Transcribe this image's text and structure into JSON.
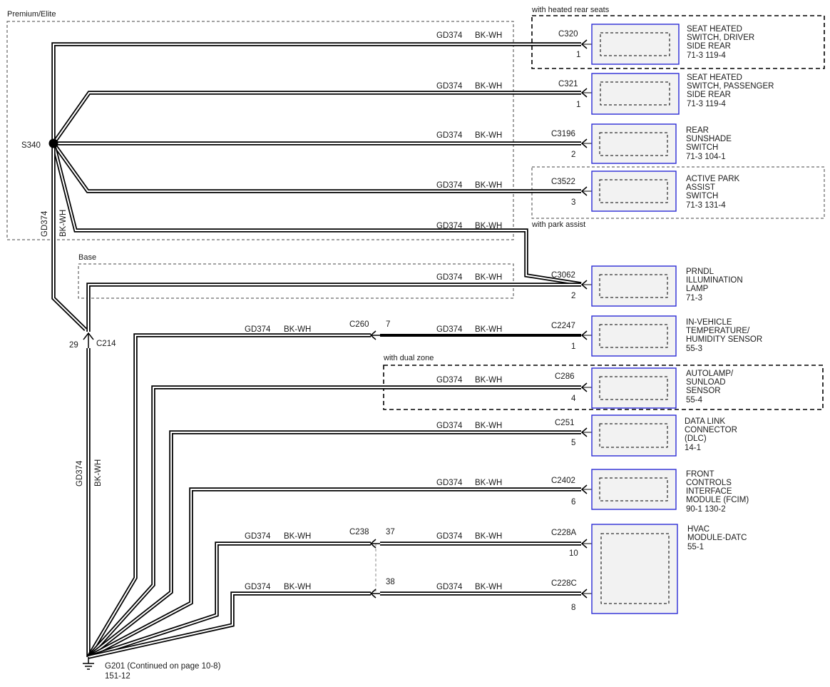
{
  "groups": {
    "premium_elite": "Premium/Elite",
    "heated_rear": "with heated rear seats",
    "park_assist": "with park assist",
    "base": "Base",
    "dual_zone": "with dual zone"
  },
  "splice": {
    "name": "S340",
    "circuit_v": "GD374",
    "color_v": "BK-WH"
  },
  "c214": {
    "name": "C214",
    "pin": "29",
    "circuit_v": "GD374",
    "color_v": "BK-WH"
  },
  "ground": {
    "name": "G201",
    "note": "(Continued on page 10-8)",
    "ref": "151-12"
  },
  "wires": [
    {
      "circuit": "GD374",
      "color": "BK-WH",
      "connector": "C320",
      "pin": "1",
      "lines": [
        "SEAT HEATED",
        "SWITCH, DRIVER",
        "SIDE REAR"
      ],
      "refs": [
        "71-3",
        "119-4"
      ]
    },
    {
      "circuit": "GD374",
      "color": "BK-WH",
      "connector": "C321",
      "pin": "1",
      "lines": [
        "SEAT HEATED",
        "SWITCH, PASSENGER",
        "SIDE REAR"
      ],
      "refs": [
        "71-3",
        "119-4"
      ]
    },
    {
      "circuit": "GD374",
      "color": "BK-WH",
      "connector": "C3196",
      "pin": "2",
      "lines": [
        "REAR",
        "SUNSHADE",
        "SWITCH"
      ],
      "refs": [
        "71-3",
        "104-1"
      ]
    },
    {
      "circuit": "GD374",
      "color": "BK-WH",
      "connector": "C3522",
      "pin": "3",
      "lines": [
        "ACTIVE PARK",
        "ASSIST",
        "SWITCH"
      ],
      "refs": [
        "71-3",
        "131-4"
      ]
    },
    {
      "circuit": "GD374",
      "color": "BK-WH"
    },
    {
      "circuit": "GD374",
      "color": "BK-WH",
      "connector": "C3062",
      "pin": "2",
      "lines": [
        "PRNDL",
        "ILLUMINATION",
        "LAMP"
      ],
      "refs": [
        "71-3"
      ]
    },
    {
      "circuit": "GD374",
      "color": "BK-WH",
      "connector": "C2247",
      "pin": "1",
      "lines": [
        "IN-VEHICLE",
        "TEMPERATURE/",
        "HUMIDITY SENSOR"
      ],
      "refs": [
        "55-3"
      ],
      "inline": {
        "name": "C260",
        "pin": "7",
        "circuit": "GD374",
        "color": "BK-WH"
      }
    },
    {
      "circuit": "GD374",
      "color": "BK-WH",
      "connector": "C286",
      "pin": "4",
      "lines": [
        "AUTOLAMP/",
        "SUNLOAD",
        "SENSOR"
      ],
      "refs": [
        "55-4"
      ]
    },
    {
      "circuit": "GD374",
      "color": "BK-WH",
      "connector": "C251",
      "pin": "5",
      "lines": [
        "DATA LINK",
        "CONNECTOR",
        "(DLC)"
      ],
      "refs": [
        "14-1"
      ]
    },
    {
      "circuit": "GD374",
      "color": "BK-WH",
      "connector": "C2402",
      "pin": "6",
      "lines": [
        "FRONT",
        "CONTROLS",
        "INTERFACE",
        "MODULE (FCIM)"
      ],
      "refs": [
        "90-1",
        "130-2"
      ]
    },
    {
      "circuit": "GD374",
      "color": "BK-WH",
      "connector": "C228A",
      "pin": "10",
      "lines": [
        "HVAC",
        "MODULE-DATC"
      ],
      "refs": [
        "55-1"
      ],
      "inline": {
        "name": "C238",
        "pin": "37",
        "circuit": "GD374",
        "color": "BK-WH"
      }
    },
    {
      "circuit": "GD374",
      "color": "BK-WH",
      "connector": "C228C",
      "pin": "8",
      "inline": {
        "pin": "38",
        "circuit": "GD374",
        "color": "BK-WH"
      }
    }
  ]
}
